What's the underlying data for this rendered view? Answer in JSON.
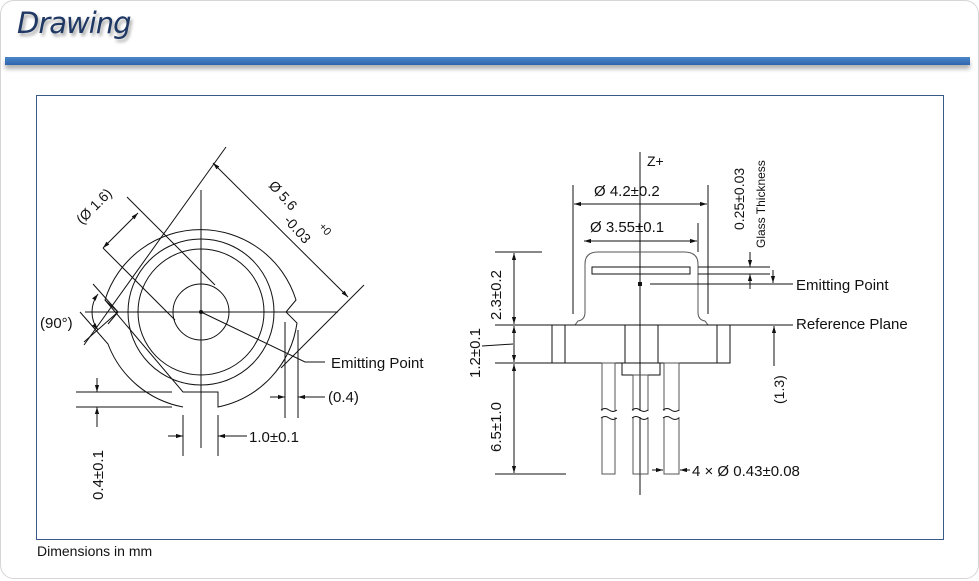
{
  "header": {
    "title": "Drawing"
  },
  "caption": "Dimensions in mm",
  "top_view": {
    "diameter_outer": "Ø 5.6",
    "tolerance_upper": "+0",
    "tolerance_lower": "-0.03",
    "diameter_inner": "(Ø 1.6)",
    "angle": "(90°)",
    "emitting_point": "Emitting Point",
    "notch_offset": "(0.4)",
    "tab_width": "1.0±0.1",
    "tab_height": "0.4±0.1"
  },
  "side_view": {
    "axis": "Z+",
    "cap_outer_diameter": "Ø 4.2±0.2",
    "cap_inner_diameter": "Ø 3.55±0.1",
    "glass_thickness_value": "0.25±0.03",
    "glass_thickness_label": "Glass Thickness",
    "emitting_point": "Emitting Point",
    "reference_plane": "Reference Plane",
    "cap_height": "2.3±0.2",
    "flange_height": "1.2±0.1",
    "lead_length": "6.5±1.0",
    "emitting_height": "(1.3)",
    "lead_diameter": "4 × Ø 0.43±0.08"
  }
}
